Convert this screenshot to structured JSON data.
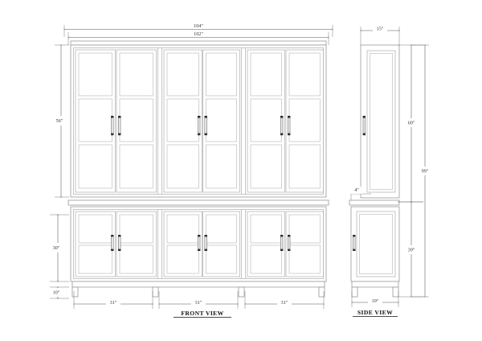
{
  "drawing": {
    "title_front": "FRONT VIEW",
    "title_side": "SIDE VIEW",
    "unit": "\""
  },
  "front_view": {
    "label": "FRONT VIEW",
    "dimensions": {
      "overall_width_outer": "104\"",
      "overall_width_inner": "102\"",
      "upper_height": "56\"",
      "lower_height": "30\"",
      "leg_height": "10\"",
      "bay_widths": [
        "31\"",
        "31\"",
        "31\""
      ]
    },
    "structure": {
      "upper_bays": 3,
      "upper_doors_per_bay": 2,
      "upper_panes_per_door": 3,
      "lower_bays": 3,
      "lower_doors_per_bay": 2,
      "lower_panels_per_door": 2,
      "handle_count": 6,
      "legs": 4
    }
  },
  "side_view": {
    "label": "SIDE VIEW",
    "dimensions": {
      "top_depth": "15\"",
      "upper_height": "60\"",
      "total_height": "99\"",
      "lower_height": "39\"",
      "base_depth": "19\"",
      "overhang": "4\""
    },
    "structure": {
      "upper_panels": 1,
      "lower_panels": 1,
      "handle_count": 2
    }
  },
  "colors": {
    "line": "#555555",
    "case": "#9a9a9a",
    "hatch": "#c8c8c8",
    "text": "#333333",
    "background": "#ffffff"
  }
}
